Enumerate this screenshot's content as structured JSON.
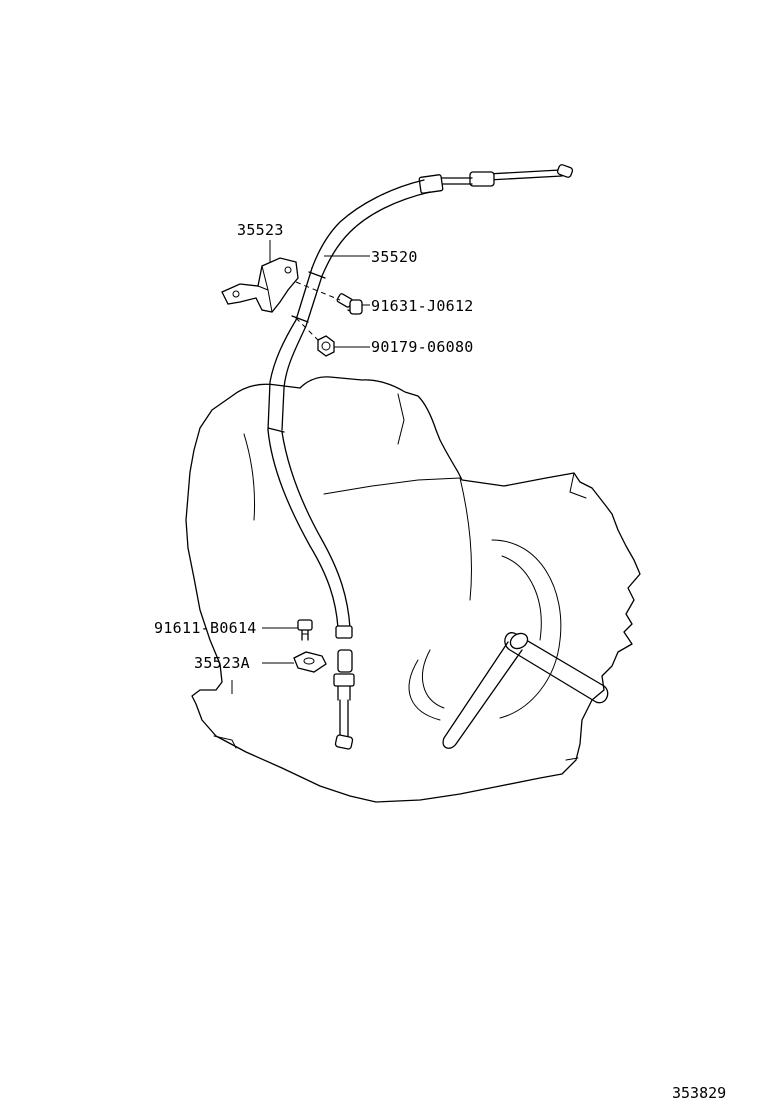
{
  "parts": {
    "bracket": "35523",
    "cable": "35520",
    "bolt_upper": "91631-J0612",
    "nut": "90179-06080",
    "bolt_lower": "91611-B0614",
    "plate": "35523A"
  },
  "illustration_number": "353829",
  "colors": {
    "line": "#000000",
    "background": "#ffffff"
  }
}
